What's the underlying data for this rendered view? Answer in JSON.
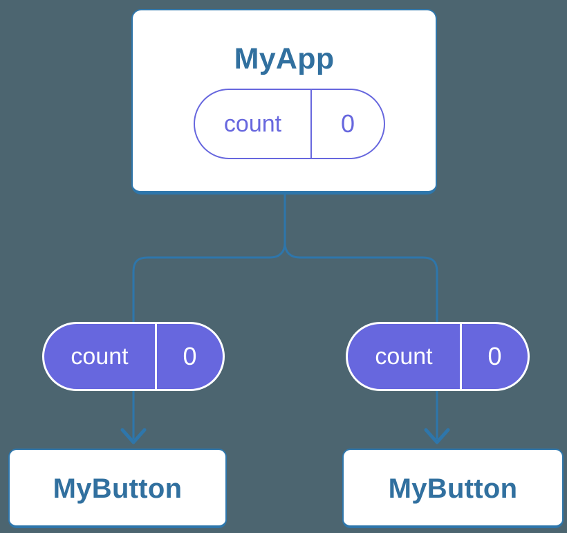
{
  "palette": {
    "background": "#4c6570",
    "connector_blue": "#2e76ab",
    "title_text_blue": "#31709f",
    "state_purple": "#6767de",
    "state_text_on_purple": "#ffffff",
    "card_background": "#ffffff"
  },
  "root_component": {
    "title": "MyApp",
    "state_pill": {
      "name": "count",
      "value": "0",
      "style": "outline"
    }
  },
  "child_components": [
    {
      "title": "MyButton",
      "state_pill": {
        "name": "count",
        "value": "0",
        "style": "filled"
      }
    },
    {
      "title": "MyButton",
      "state_pill": {
        "name": "count",
        "value": "0",
        "style": "filled"
      }
    }
  ]
}
